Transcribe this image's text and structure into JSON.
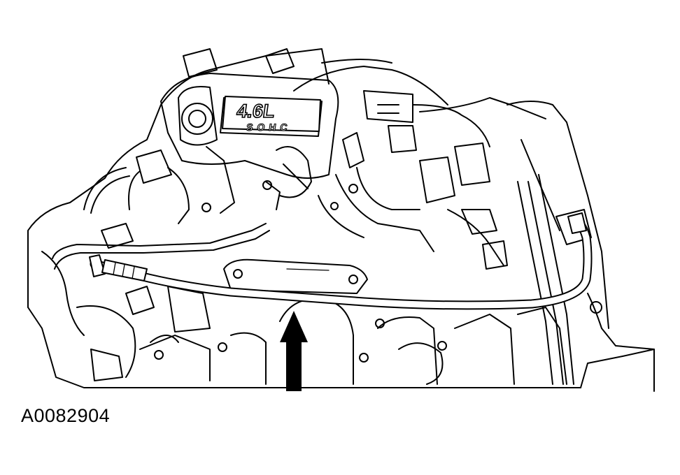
{
  "figure": {
    "id": "A0082904",
    "engine_label_line1": "4.6L",
    "engine_label_line2": "SOHC"
  },
  "colors": {
    "ink": "#000000",
    "paper": "#ffffff"
  },
  "icons": {
    "arrow": "up-arrow-icon"
  }
}
